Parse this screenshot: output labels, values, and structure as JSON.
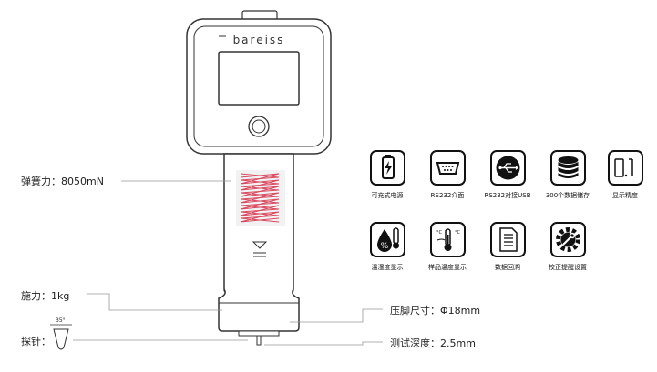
{
  "brand": "bareiss",
  "labels": {
    "spring_force": "弹簧力：8050mN",
    "applied_force": "施力：1kg",
    "probe": "探针：",
    "probe_angle": "35°",
    "foot_size": "压脚尺寸：Φ18mm",
    "test_depth": "测试深度：2.5mm"
  },
  "features": [
    {
      "icon": "battery-charging-icon",
      "label": "可充式电源"
    },
    {
      "icon": "serial-port-icon",
      "label": "RS232介面"
    },
    {
      "icon": "usb-icon",
      "label": "RS232对接USB"
    },
    {
      "icon": "database-icon",
      "label": "300个数据储存"
    },
    {
      "icon": "digital-display-icon",
      "label": "显示精度",
      "display": "0.1"
    },
    {
      "icon": "humidity-thermometer-icon",
      "label": "温湿度显示",
      "symbol": "%"
    },
    {
      "icon": "sample-thermometer-icon",
      "label": "样品温度显示",
      "unit": "°C"
    },
    {
      "icon": "document-list-icon",
      "label": "数据回溯"
    },
    {
      "icon": "calibration-gear-icon",
      "label": "校正提醒设置"
    }
  ]
}
